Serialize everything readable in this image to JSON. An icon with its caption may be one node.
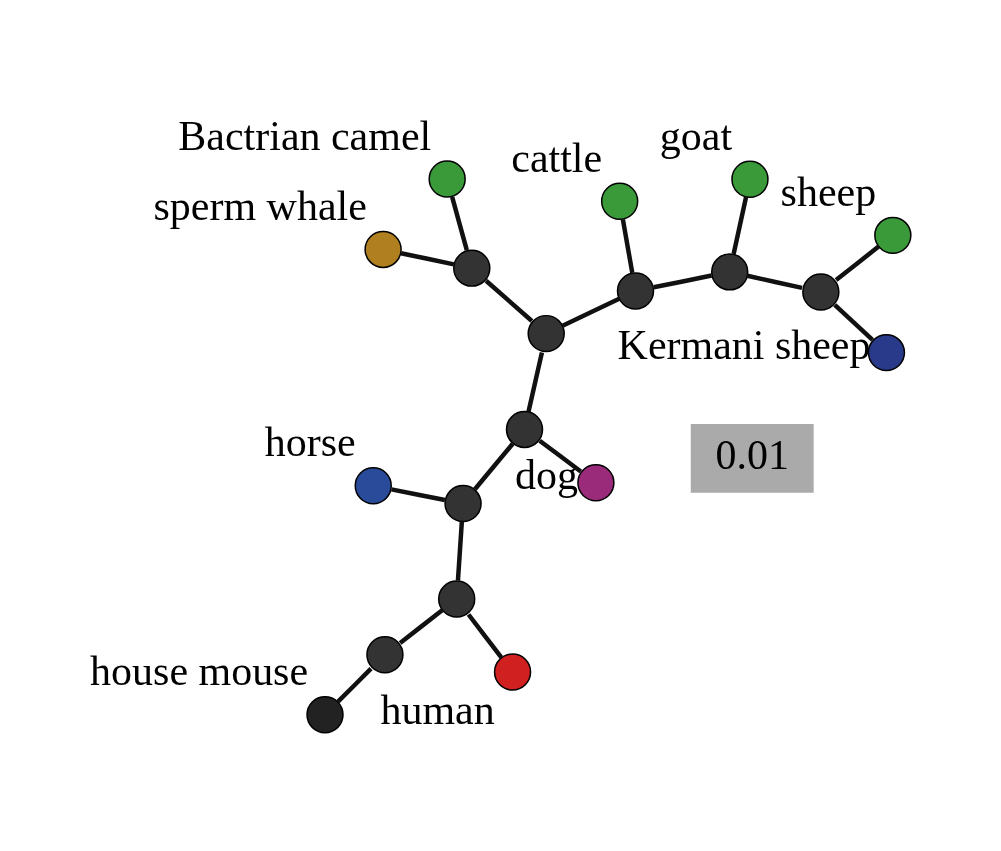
{
  "diagram": {
    "nodes": [
      {
        "text": [],
        "shape": "circle",
        "beside": [
          "horse"
        ]
      },
      {
        "text": [],
        "shape": "circle",
        "beside": [
          "cattle"
        ]
      },
      {
        "text": [],
        "shape": "circle",
        "beside": [
          "human"
        ]
      },
      {
        "text": [],
        "shape": "circle"
      },
      {
        "text": [],
        "shape": "circle"
      },
      {
        "text": [],
        "shape": "circle",
        "beside": [
          "goat"
        ]
      },
      {
        "text": [],
        "shape": "circle",
        "beside": [
          "house mouse"
        ]
      },
      {
        "text": [],
        "shape": "circle"
      },
      {
        "text": [],
        "shape": "circle"
      },
      {
        "text": [],
        "shape": "circle"
      },
      {
        "text": [],
        "shape": "circle",
        "beside": [
          "Kermani sheep"
        ]
      },
      {
        "text": [],
        "shape": "circle"
      },
      {
        "text": [],
        "shape": "circle",
        "beside": [
          "dog"
        ]
      },
      {
        "text": [],
        "shape": "circle"
      },
      {
        "text": [],
        "shape": "circle"
      },
      {
        "text": [],
        "shape": "circle"
      },
      {
        "text": [],
        "shape": "circle",
        "beside": [
          "sheep"
        ]
      },
      {
        "text": [],
        "shape": "circle",
        "beside": [
          "Bactrian camel"
        ]
      },
      {
        "text": [],
        "shape": "circle",
        "beside": [
          "sperm whale"
        ]
      }
    ],
    "edges": [
      {
        "from": 8,
        "to": 6,
        "arrow": "none"
      },
      {
        "from": 8,
        "to": 4,
        "arrow": "none"
      },
      {
        "from": 4,
        "to": 2,
        "arrow": "none"
      },
      {
        "from": 4,
        "to": 7,
        "arrow": "none"
      },
      {
        "from": 7,
        "to": 0,
        "arrow": "none"
      },
      {
        "from": 7,
        "to": 13,
        "arrow": "none"
      },
      {
        "from": 13,
        "to": 12,
        "arrow": "none"
      },
      {
        "from": 13,
        "to": 11,
        "arrow": "none"
      },
      {
        "from": 11,
        "to": 3,
        "arrow": "none"
      },
      {
        "from": 11,
        "to": 15,
        "arrow": "none"
      },
      {
        "from": 3,
        "to": 1,
        "arrow": "none"
      },
      {
        "from": 3,
        "to": 9,
        "arrow": "none"
      },
      {
        "from": 9,
        "to": 5,
        "arrow": "none"
      },
      {
        "from": 9,
        "to": 14,
        "arrow": "none"
      },
      {
        "from": 14,
        "to": 10,
        "arrow": "none"
      },
      {
        "from": 14,
        "to": 16,
        "arrow": "none"
      },
      {
        "from": 15,
        "to": 17,
        "arrow": "none"
      },
      {
        "from": 15,
        "to": 18,
        "arrow": "none"
      }
    ],
    "labels": [
      "0.01"
    ]
  }
}
